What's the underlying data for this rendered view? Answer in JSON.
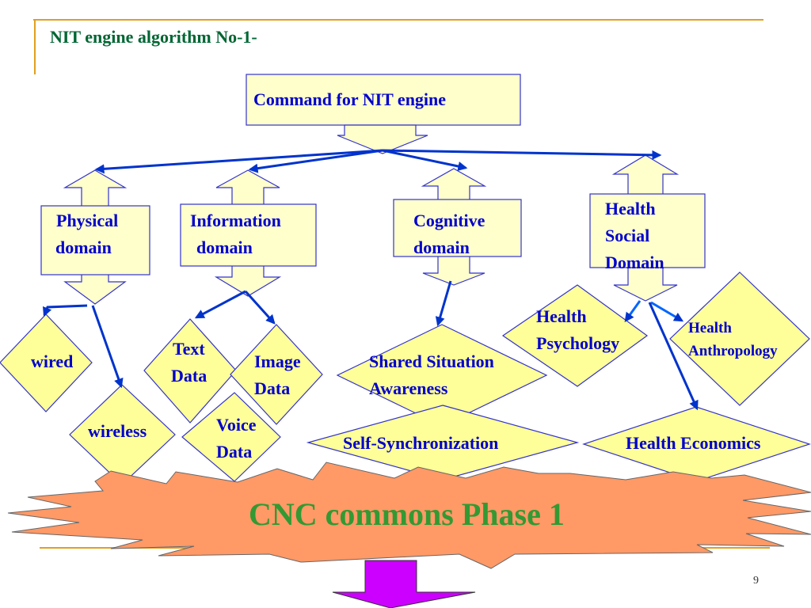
{
  "title": "NIT engine algorithm No-1-",
  "command": "Command for NIT engine",
  "domains": {
    "physical": [
      "Physical",
      "domain"
    ],
    "information": [
      "Information",
      "domain"
    ],
    "cognitive": [
      "Cognitive",
      "domain"
    ],
    "health_social": [
      "Health",
      "Social",
      "Domain"
    ]
  },
  "items": {
    "wired": "wired",
    "wireless": "wireless",
    "text_data": [
      "Text",
      "Data"
    ],
    "image_data": [
      "Image",
      "Data"
    ],
    "voice_data": [
      "Voice",
      "Data"
    ],
    "shared_situation": [
      "Shared Situation",
      "Awareness"
    ],
    "self_sync": "Self-Synchronization",
    "health_psychology": [
      "Health",
      "Psychology"
    ],
    "health_anthropology": [
      "Health",
      "Anthropology"
    ],
    "health_economics": "Health Economics"
  },
  "banner": "CNC commons Phase 1",
  "page_number": "9",
  "colors": {
    "box_fill": "#ffffcc",
    "diamond_fill": "#ffff99",
    "outline": "#3333cc",
    "text": "#0000cc",
    "title": "#006633",
    "arrow": "#0033cc",
    "banner_fill": "#ff9966",
    "banner_text": "#339933",
    "rule": "#e0a020",
    "bottom_arrow": "#cc00ff"
  }
}
